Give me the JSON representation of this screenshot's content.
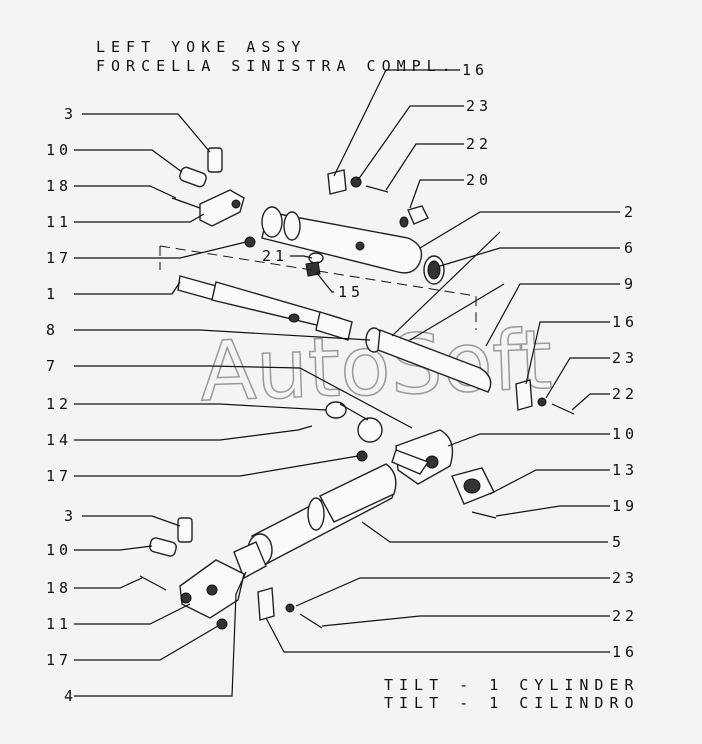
{
  "title": {
    "line1": "LEFT YOKE ASSY",
    "line2": "FORCELLA SINISTRA COMPL."
  },
  "footer": {
    "line1": "TILT - 1 CYLINDER",
    "line2": "TILT - 1 CILINDRO"
  },
  "watermark": "AutoSoft",
  "callouts": {
    "l1": "3",
    "l2": "10",
    "l3": "18",
    "l4": "11",
    "l5": "17",
    "l6": "1",
    "l7": "8",
    "l8": "7",
    "l9": "12",
    "l10": "14",
    "l11": "17",
    "l12": "3",
    "l13": "10",
    "l14": "18",
    "l15": "11",
    "l16": "17",
    "l17": "4",
    "c1": "16",
    "c2": "21",
    "c3": "15",
    "r1": "23",
    "r2": "22",
    "r3": "20",
    "r4": "2",
    "r5": "6",
    "r6": "9",
    "r7": "16",
    "r8": "23",
    "r9": "22",
    "r10": "10",
    "r11": "13",
    "r12": "19",
    "r13": "5",
    "r14": "23",
    "r15": "22",
    "r16": "16"
  }
}
